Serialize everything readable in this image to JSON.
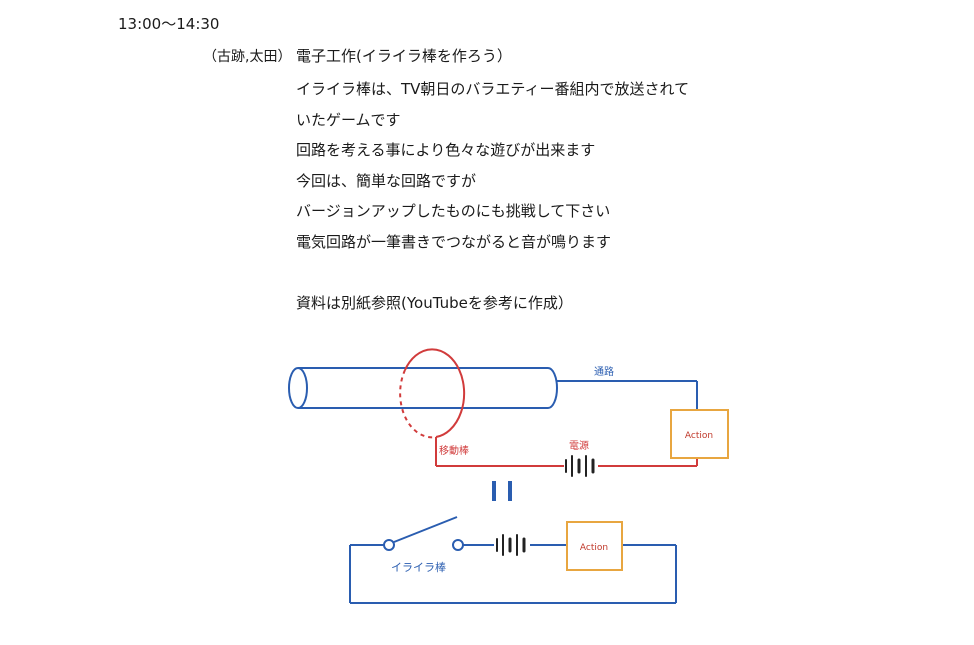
{
  "header": {
    "time": "13:00〜14:30",
    "speakers": "（古跡,太田）",
    "title": "電子工作(イライラ棒を作ろう）"
  },
  "description": {
    "lines": [
      "イライラ棒は、TV朝日のバラエティー番組内で放送されて",
      "いたゲームです",
      "回路を考える事により色々な遊びが出来ます",
      "今回は、簡単な回路ですが",
      "バージョンアップしたものにも挑戦して下さい",
      "電気回路が一筆書きでつながると音が鳴ります"
    ],
    "reference": "資料は別紙参照(YouTubeを参考に作成）"
  },
  "diagram": {
    "top": {
      "path_label": "通路",
      "rod_label": "移動棒",
      "power_label": "電源",
      "action_label": "Action"
    },
    "equals_sign": "||",
    "bottom": {
      "switch_label": "イライラ棒",
      "action_label": "Action"
    },
    "colors": {
      "blue_wire": "#2a5db0",
      "red_wire": "#d13b3b",
      "action_border": "#e8a640",
      "equals": "#2a5db0"
    }
  }
}
